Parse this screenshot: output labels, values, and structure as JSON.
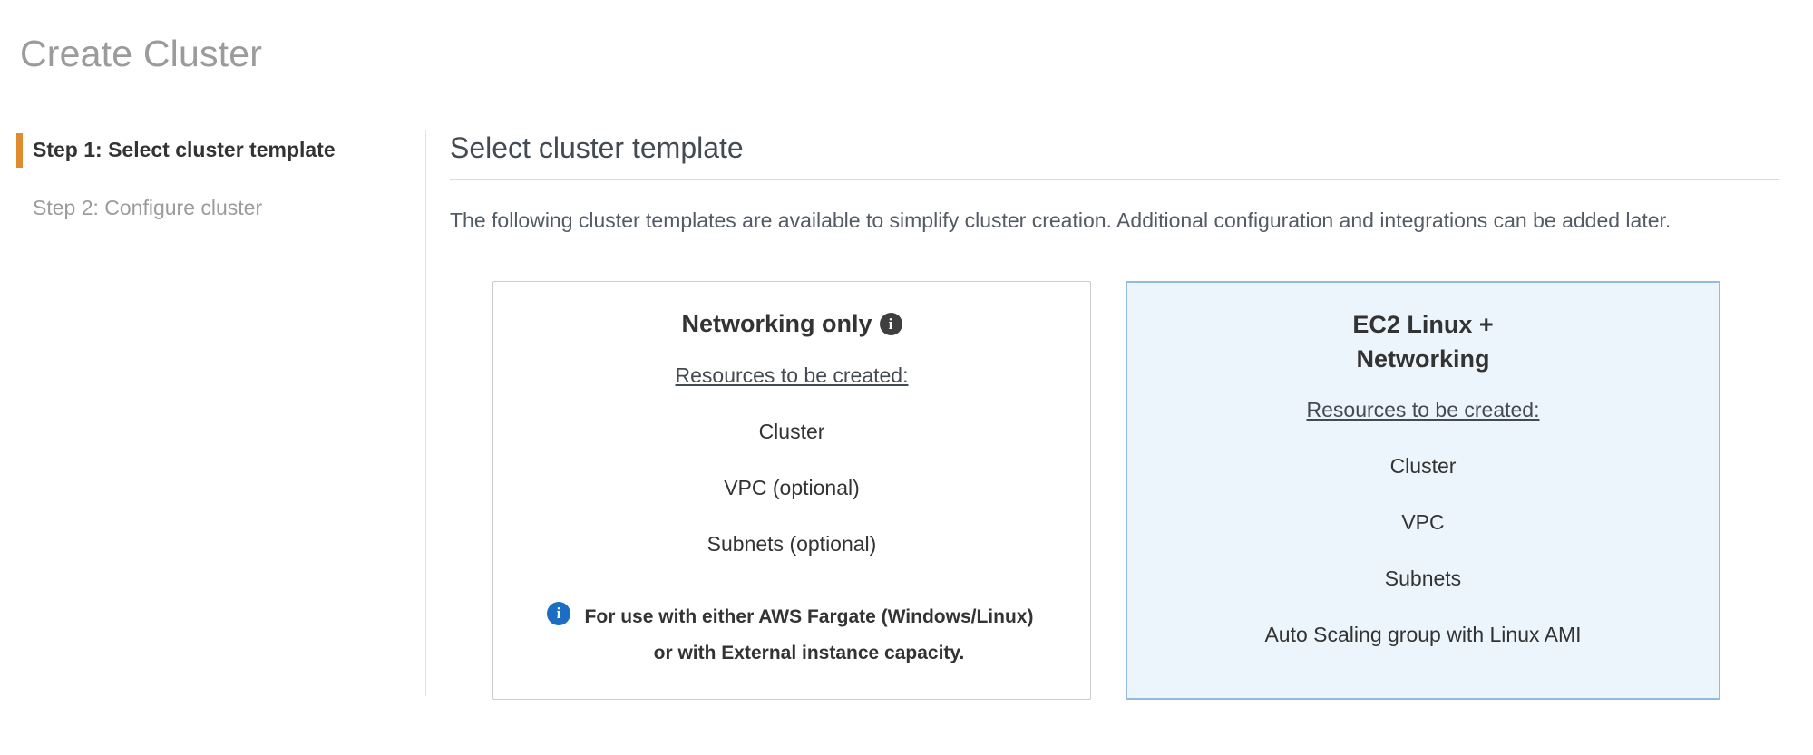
{
  "page": {
    "title": "Create Cluster"
  },
  "sidebar": {
    "steps": [
      {
        "label": "Step 1: Select cluster template",
        "state": "active"
      },
      {
        "label": "Step 2: Configure cluster",
        "state": "inactive"
      }
    ]
  },
  "main": {
    "heading": "Select cluster template",
    "description": "The following cluster templates are available to simplify cluster creation. Additional configuration and integrations can be added later.",
    "cards": [
      {
        "title": "Networking only",
        "info_icon": "i",
        "resources_label": "Resources to be created:",
        "resources": [
          "Cluster",
          "VPC (optional)",
          "Subnets (optional)"
        ],
        "note_icon": "i",
        "note": "For use with either AWS Fargate (Windows/Linux) or with External instance capacity.",
        "selected": false
      },
      {
        "title": "EC2 Linux + Networking",
        "resources_label": "Resources to be created:",
        "resources": [
          "Cluster",
          "VPC",
          "Subnets",
          "Auto Scaling group with Linux AMI"
        ],
        "selected": true
      }
    ]
  },
  "colors": {
    "step_accent_orange": "#e18b2f",
    "selected_card_bg": "#edf5fc",
    "selected_card_border": "#92bbe2",
    "info_icon_blue": "#1b6ec2",
    "info_icon_dark": "#3f3f3f",
    "page_title_gray": "#9b9b9b"
  }
}
